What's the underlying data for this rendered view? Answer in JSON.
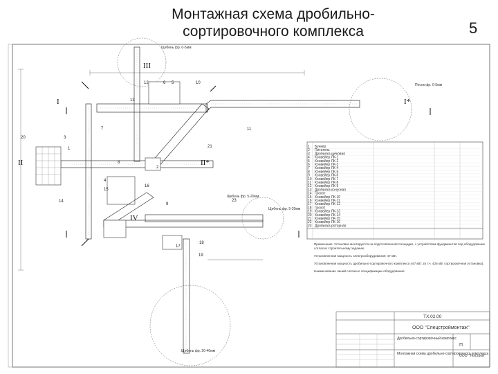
{
  "slide": {
    "title_line1": "Монтажная схема дробильно-",
    "title_line2": "сортировочного комплекса",
    "page_number": "5"
  },
  "drawing": {
    "section_marks": [
      "I",
      "I",
      "II",
      "II",
      "III",
      "I*",
      "IV"
    ],
    "mark_I": "I",
    "mark_II_left": "II",
    "mark_II_right": "II*",
    "mark_III": "III",
    "mark_Ip": "I*",
    "mark_IV": "IV",
    "callouts": [
      "12",
      "6",
      "5",
      "13",
      "10",
      "11",
      "21",
      "20",
      "3",
      "4",
      "7",
      "1",
      "8",
      "15",
      "16",
      "9",
      "14",
      "2",
      "19",
      "18",
      "17",
      "23"
    ],
    "stockpile_label_1": "Щебень фр. 0-5мм",
    "stockpile_label_2": "Песок фр. 0-5мм",
    "stockpile_label_3": "Щебень фр. 5-20мм",
    "stockpile_label_4": "Щебень фр. 5-20мм",
    "stockpile_label_5": "Щебень фр. 20-40мм"
  },
  "spec_table": {
    "rows": [
      "Бункер",
      "Питатель",
      "Дробилка щёковая",
      "Конвейер ЛК-1",
      "Конвейер ЛК-2",
      "Конвейер ЛК-3",
      "Конвейер ЛК-4",
      "Конвейер ЛК-5",
      "Конвейер ЛК-6",
      "Конвейер ЛК-7",
      "Конвейер ЛК-8",
      "Конвейер ЛК-9",
      "Дробилка конусная",
      "Грохот",
      "Конвейер ЛК-10",
      "Конвейер ЛК-11",
      "Конвейер ЛК-12",
      "Грохот",
      "Конвейер ЛК-13",
      "Конвейер ЛК-14",
      "Конвейер ЛК-15",
      "Конвейер ЛК-16",
      "Дробилка роторная"
    ]
  },
  "notes": {
    "p1": "Примечание: Установка монтируется на подготовленной площадке, с устройством фундаментов под оборудование согласно строительному заданию.",
    "p2": "Установленная мощность электрооборудования: 47 кВт.",
    "p3": "Установленная мощность дробильно-сортировочного комплекса 447 кВт; (в т.ч. 425 кВт сортировочная установка).",
    "p4": "Наименование линий согласно спецификации оборудования."
  },
  "title_block": {
    "code": "ТХ.02.00",
    "company": "ООО \"Спецстроймонтаж\"",
    "project": "Дробильно-сортировочный комплекс",
    "sheet_title": "Монтажная схема дробильно-сортировочного комплекса",
    "stage": "П",
    "company2": "ООО \"Техстрой\""
  }
}
